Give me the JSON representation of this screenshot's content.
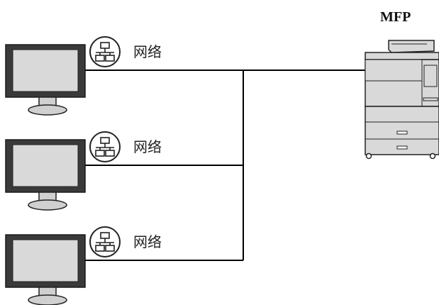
{
  "diagram": {
    "mfp_label": "MFP",
    "computers": [
      {
        "network_label": "网络",
        "icon": "network-icon",
        "device": "monitor-icon"
      },
      {
        "network_label": "网络",
        "icon": "network-icon",
        "device": "monitor-icon"
      },
      {
        "network_label": "网络",
        "icon": "network-icon",
        "device": "monitor-icon"
      }
    ],
    "printer_icon": "printer-icon",
    "colors": {
      "monitor_frame": "#3a3a3a",
      "monitor_screen": "#d9d9d9",
      "stand": "#d0d0d0",
      "line": "#000000",
      "printer_body": "#d9d9d9"
    }
  }
}
